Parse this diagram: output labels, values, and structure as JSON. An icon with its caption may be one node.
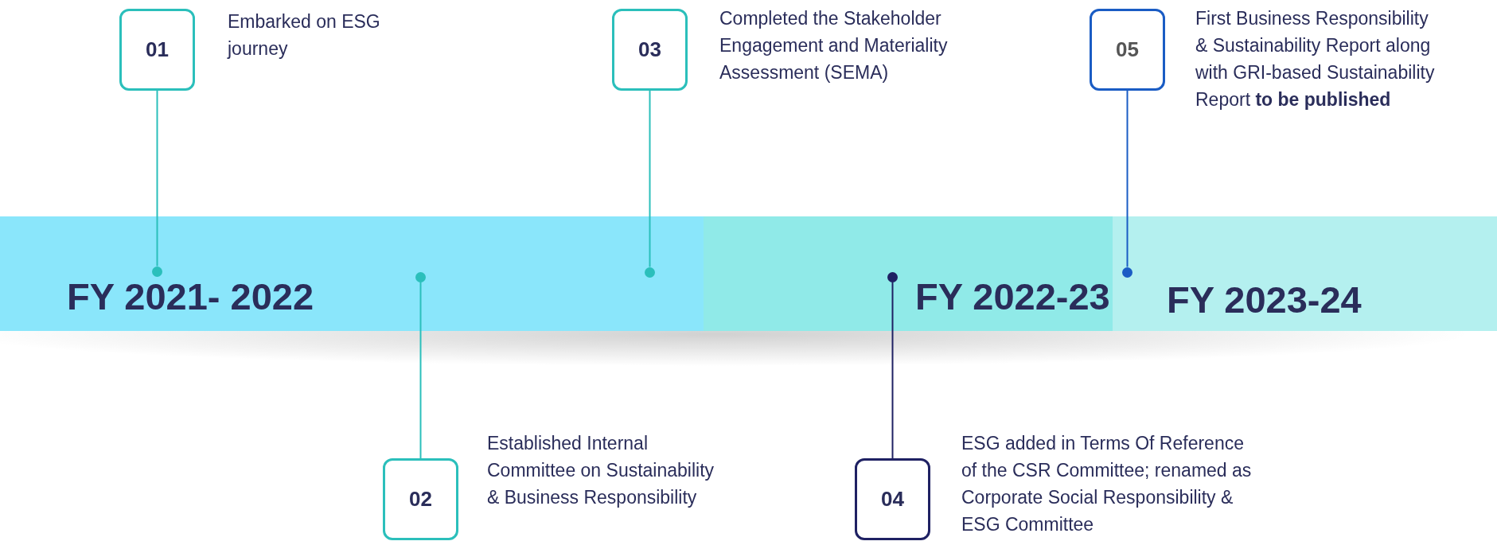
{
  "diagram": {
    "nodes": [
      {
        "text": [
          "FY 2021- 2022"
        ]
      },
      {
        "text": [
          "FY 2022-23"
        ]
      },
      {
        "text": [
          "FY 2023-24"
        ]
      },
      {
        "text": [
          "01"
        ],
        "beside": [
          "Embarked on ESG journey"
        ]
      },
      {
        "text": [
          "02"
        ],
        "beside": [
          "Established Internal Committee on Sustainability & Business Responsibility"
        ]
      },
      {
        "text": [
          "03"
        ],
        "beside": [
          "Completed the Stakeholder Engagement and Materiality Assessment (SEMA)"
        ]
      },
      {
        "text": [
          "04"
        ],
        "beside": [
          "ESG added in Terms Of Reference of the CSR Committee; renamed as Corporate Social Responsibility & ESG Committee"
        ]
      },
      {
        "text": [
          "05"
        ],
        "beside": [
          "First Business Responsibility & Sustainability Report along with GRI-based Sustainability Report **to be published**"
        ]
      },
      {
        "text": [],
        "shape": "circle",
        "in": 0
      },
      {
        "text": [],
        "shape": "circle",
        "in": 0
      },
      {
        "text": [],
        "shape": "circle",
        "in": 0
      },
      {
        "text": [],
        "shape": "circle",
        "in": 1
      },
      {
        "text": [],
        "shape": "circle",
        "in": 2
      }
    ],
    "edges": [
      {
        "from": 3,
        "to": 8,
        "arrow": "none"
      },
      {
        "from": 9,
        "to": 4,
        "arrow": "none"
      },
      {
        "from": 5,
        "to": 10,
        "arrow": "none"
      },
      {
        "from": 11,
        "to": 6,
        "arrow": "none",
        "color": "#1f2163"
      },
      {
        "from": 7,
        "to": 12,
        "arrow": "none",
        "color": "#1a5cc4"
      }
    ]
  }
}
